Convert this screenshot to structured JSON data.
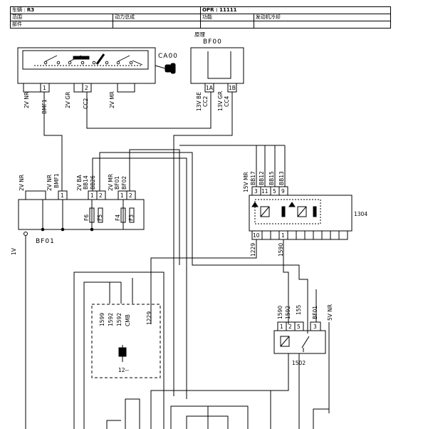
{
  "header": {
    "vehicle_label": "车辆 :",
    "vehicle_value": "R3",
    "opr_label": "OPR :",
    "opr_value": "11111",
    "scope_label": "范围",
    "scope_value": "动力总成",
    "function_label": "功能",
    "function_value": "发动机冷却",
    "part_label": "部件"
  },
  "principle_label": "原理",
  "components": {
    "ca00": "CA00",
    "bf00": "BF00",
    "bf01": "BF01",
    "r1304": "1304",
    "r1502": "1502",
    "c12": "12--"
  },
  "ca00_pins": [
    "1",
    "2"
  ],
  "ca00_wires": [
    "2V NR",
    "BMF1",
    "2V GR",
    "CC2",
    "2V MR"
  ],
  "bf00_pins": [
    "1A",
    "1B"
  ],
  "bf00_wires": [
    "13V BE",
    "CC2",
    "13V GR",
    "CC4"
  ],
  "bf01_top_wires": [
    "2V NR",
    "2V NR",
    "BMF1",
    "2V BA",
    "BB14",
    "BB26",
    "2V MR",
    "BF01",
    "BF02"
  ],
  "bf01_pins": [
    "1",
    "1",
    "2",
    "1",
    "2"
  ],
  "fuses": [
    "F6",
    "F5",
    "F4",
    "F3"
  ],
  "bf01_left_label": "1V",
  "r1304_top_wires": [
    "15V MR",
    "BB17",
    "BB12",
    "BB15",
    "BB13"
  ],
  "r1304_pins_top": [
    "3",
    "11",
    "5",
    "9"
  ],
  "r1304_pins_bottom": [
    "10",
    "1"
  ],
  "r1304_bottom_wires": [
    "1229",
    "1590"
  ],
  "c12_wires": [
    "1599",
    "1592",
    "1592",
    "CMB",
    "1229"
  ],
  "r1502_wires": [
    "1590",
    "1592",
    "155",
    "BF01",
    "5V NR"
  ],
  "r1502_pins": [
    "1",
    "2",
    "5",
    "3"
  ]
}
